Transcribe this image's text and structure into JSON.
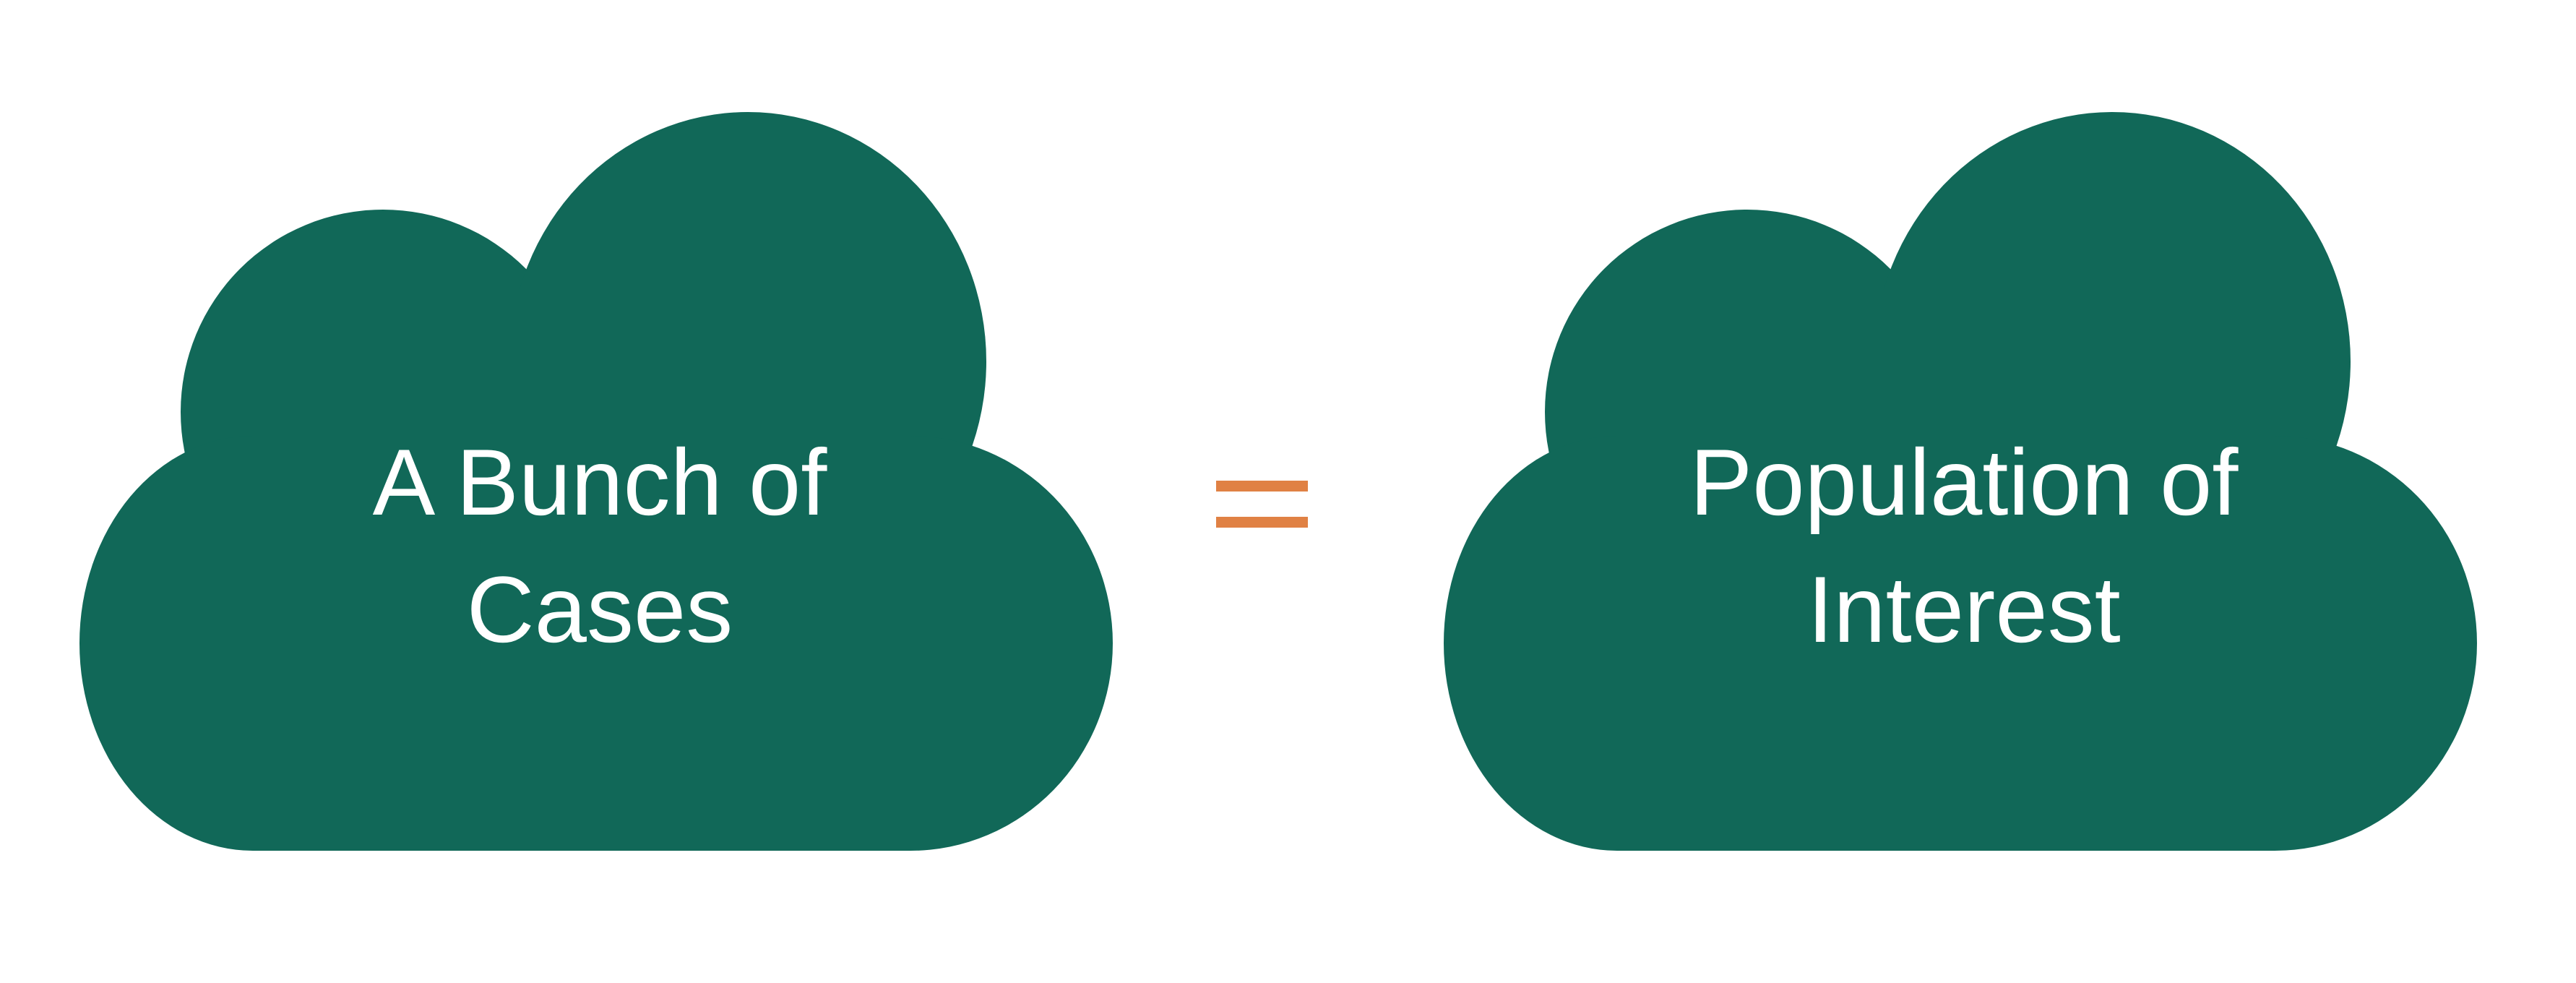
{
  "diagram": {
    "left_cloud": {
      "line1": "A Bunch of",
      "line2": "Cases"
    },
    "right_cloud": {
      "line1": "Population of",
      "line2": "Interest"
    }
  },
  "colors": {
    "cloud_fill": "#116858",
    "cloud_text": "#ffffff",
    "equals_sign": "#e08144",
    "background": "#ffffff"
  }
}
